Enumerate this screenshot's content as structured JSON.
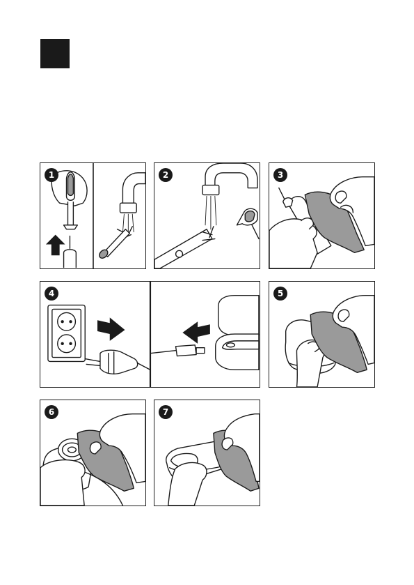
{
  "page": {
    "marker": "black-square"
  },
  "steps": [
    {
      "number": "1"
    },
    {
      "number": "2"
    },
    {
      "number": "3"
    },
    {
      "number": "4"
    },
    {
      "number": "5"
    },
    {
      "number": "6"
    },
    {
      "number": "7"
    }
  ],
  "colors": {
    "ink": "#1a1a1a",
    "cloth": "#9a9a9a",
    "paper": "#ffffff"
  },
  "icons": {
    "arrow": "bold-arrow-icon",
    "cloth": "cleaning-cloth-icon",
    "plug": "power-plug-icon"
  }
}
